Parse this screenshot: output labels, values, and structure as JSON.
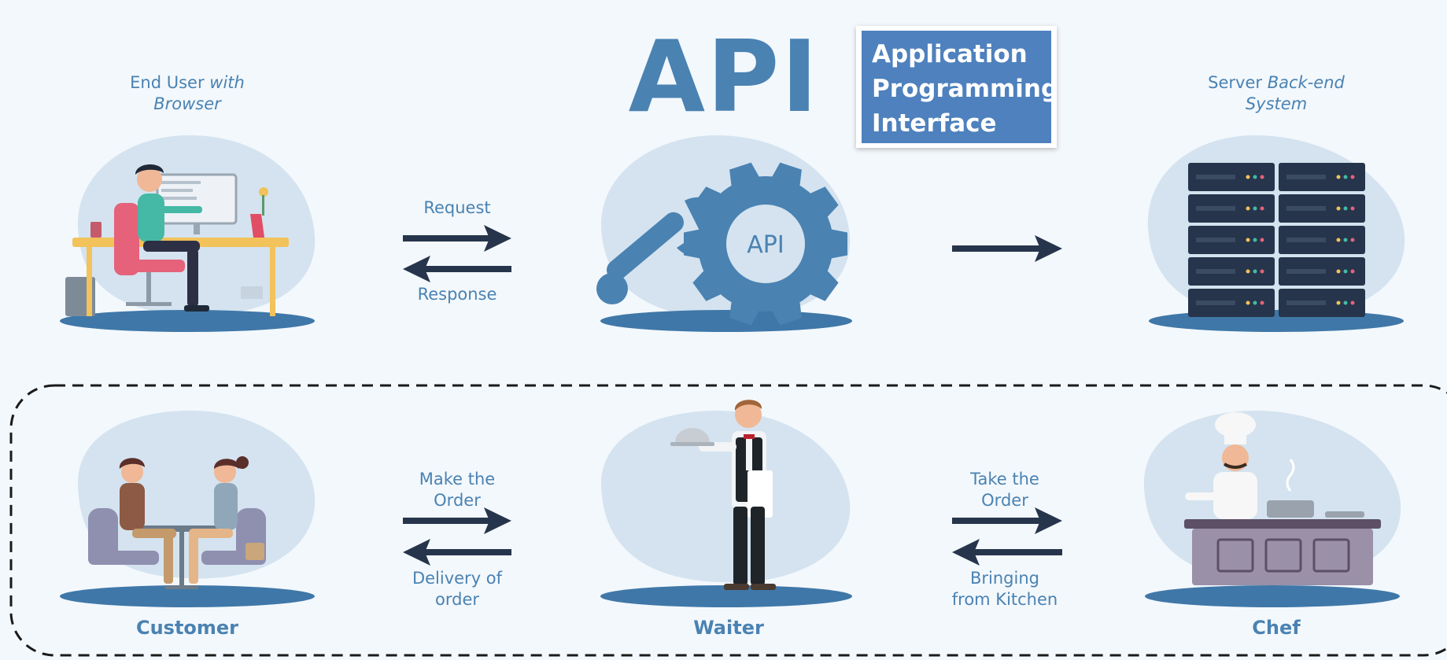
{
  "header": {
    "title": "API",
    "definition": "Application\nProgramming\nInterface"
  },
  "top_row": {
    "client_label_plain": "End User",
    "client_label_italic": "with",
    "client_label_line2": "Browser",
    "server_label_plain": "Server",
    "server_label_italic": "Back-end",
    "server_label_line2": "System",
    "request_label": "Request",
    "response_label": "Response",
    "gear_text": "API"
  },
  "bottom_row": {
    "customer_label": "Customer",
    "waiter_label": "Waiter",
    "chef_label": "Chef",
    "make_order_line1": "Make the",
    "make_order_line2": "Order",
    "delivery_line1": "Delivery of",
    "delivery_line2": "order",
    "take_order_line1": "Take the",
    "take_order_line2": "Order",
    "bringing_line1": "Bringing",
    "bringing_line2": "from Kitchen"
  },
  "colors": {
    "accent": "#4a82b2",
    "blob": "#d4e3ef",
    "ground": "#3f77a8",
    "navy": "#26354b",
    "box_fill": "#4e81bd"
  }
}
